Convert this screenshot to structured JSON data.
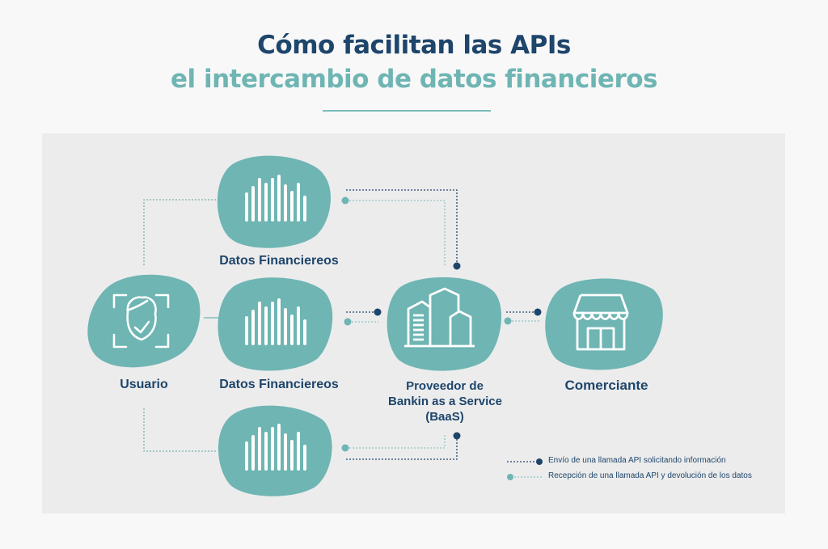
{
  "title": {
    "line1": "Cómo facilitan las APIs",
    "line2": "el intercambio de datos financieros"
  },
  "colors": {
    "navy": "#1e456b",
    "teal": "#6eb5b3",
    "panel": "#ececec",
    "background": "#f8f8f8"
  },
  "nodes": {
    "usuario": {
      "label": "Usuario",
      "icon": "face-check-icon"
    },
    "datos_top": {
      "label": "Datos Financiereos",
      "icon": "bar-waveform-icon"
    },
    "datos_mid": {
      "label": "Datos Financiereos",
      "icon": "bar-waveform-icon"
    },
    "datos_bottom": {
      "label": "",
      "icon": "bar-waveform-icon"
    },
    "baas": {
      "line1": "Proveedor de",
      "line2": "Bankin as a Service",
      "line3": "(BaaS)",
      "icon": "buildings-icon"
    },
    "comerciante": {
      "label": "Comerciante",
      "icon": "storefront-icon"
    }
  },
  "legend": {
    "send": "Envío de una llamada API solicitando información",
    "receive": "Recepción de una llamada API y devolución de los datos"
  }
}
